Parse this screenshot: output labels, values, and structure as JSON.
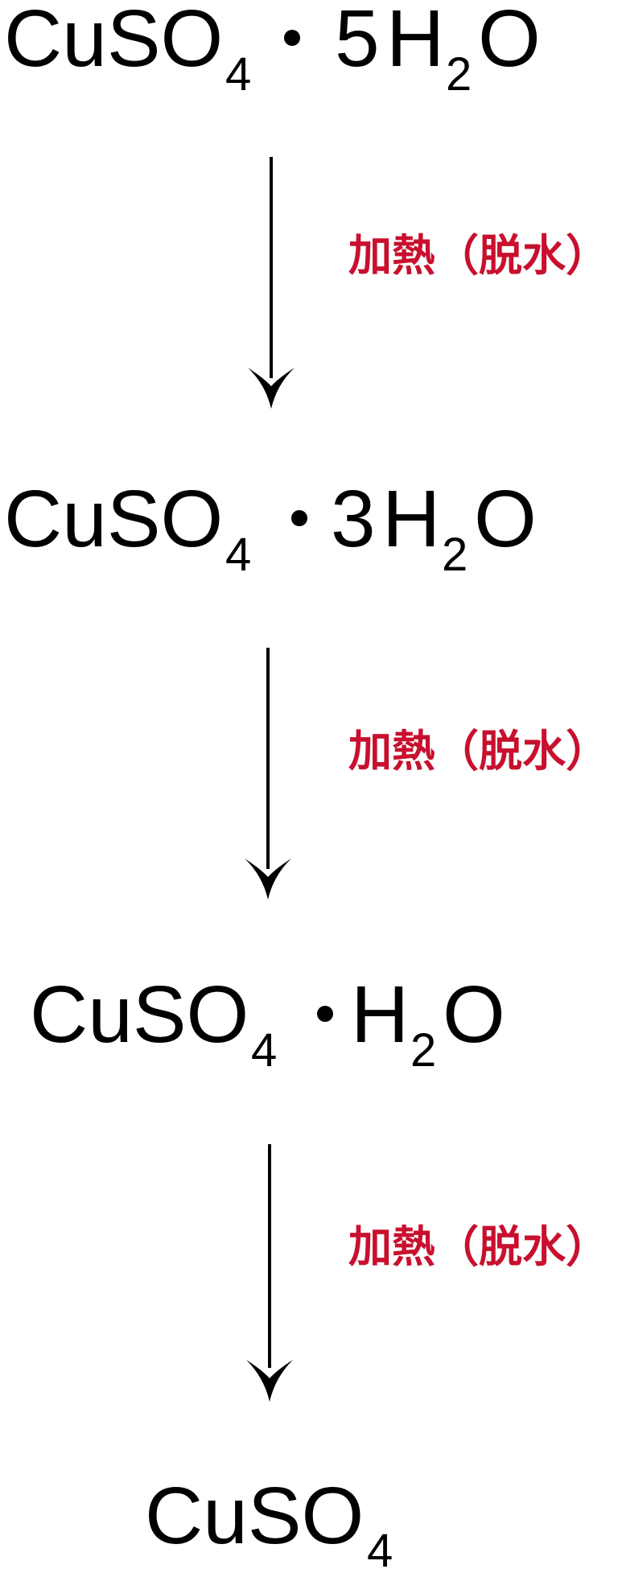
{
  "colors": {
    "text": "#000000",
    "label": "#c8102e"
  },
  "formulas": [
    {
      "main": "CuSO",
      "sub1": "4",
      "coef": "5",
      "h": "H",
      "sub2": "2",
      "o": "O"
    },
    {
      "main": "CuSO",
      "sub1": "4",
      "coef": "3",
      "h": "H",
      "sub2": "2",
      "o": "O"
    },
    {
      "main": "CuSO",
      "sub1": "4",
      "h": "H",
      "sub2": "2",
      "o": "O"
    },
    {
      "main": "CuSO",
      "sub1": "4"
    }
  ],
  "steps": [
    {
      "label": "加熱（脱水）"
    },
    {
      "label": "加熱（脱水）"
    },
    {
      "label": "加熱（脱水）"
    }
  ]
}
